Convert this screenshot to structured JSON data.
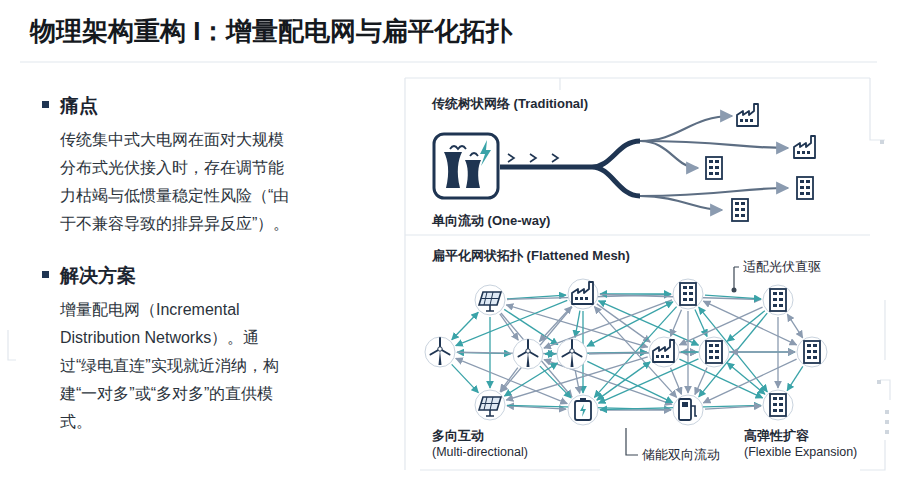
{
  "diagram": {
    "title": "物理架构重构 I：增量配电网与扁平化拓扑",
    "labels": [
      "痛点",
      "传统集中式大电网在面对大规模分布式光伏接入时，存在调节能力枯竭与低惯量稳定性风险（“由于不兼容导致的排异异反应”）。",
      "解决方案",
      "增量配电网（Incremental Distribution Networks）。通过“绿电直连”实现就近消纳，构建“一对多”或“多对多”的直供模式。",
      "传统树状网络 (Traditional)",
      "单向流动 (One-way)",
      "扁平化网状拓扑 (Flattened Mesh)",
      "适配光伏直驱",
      "多向互动",
      "(Multi-directional)",
      "储能双向流动",
      "高弹性扩容",
      "(Flexible Expansion)"
    ]
  }
}
